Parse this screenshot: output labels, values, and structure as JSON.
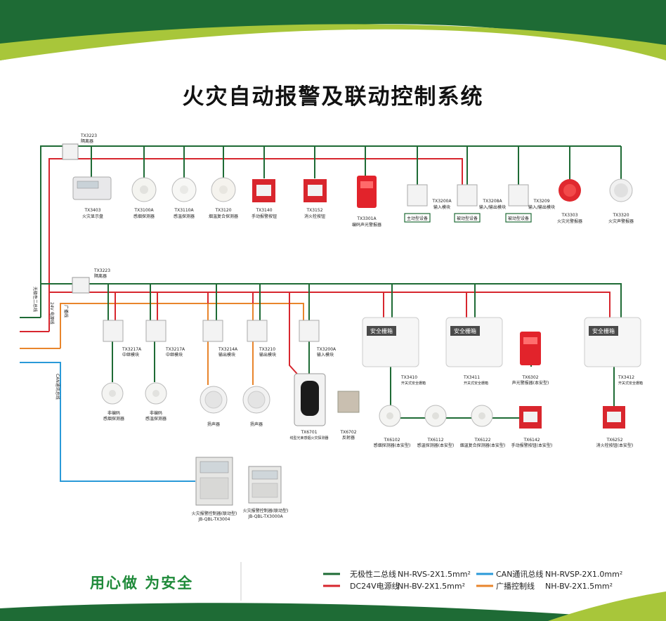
{
  "title": "火灾自动报警及联动控制系统",
  "slogan": "用心做  为安全",
  "colors": {
    "green": "#1e6b35",
    "red": "#d7262e",
    "blue": "#2a9ad8",
    "orange": "#e8852c"
  },
  "top_isolator": {
    "code": "TX3223",
    "name": "隔离器"
  },
  "top_devices": [
    {
      "code": "TX3403",
      "name": "火灾显示盘"
    },
    {
      "code": "TX3100A",
      "name": "感烟探测器"
    },
    {
      "code": "TX3110A",
      "name": "感温探测器"
    },
    {
      "code": "TX3120",
      "name": "烟温复合探测器"
    },
    {
      "code": "TX3140",
      "name": "手动报警按钮"
    },
    {
      "code": "TX3152",
      "name": "消火栓按钮"
    },
    {
      "code": "TX3301A",
      "name": "编码声光警报器"
    },
    {
      "code": "TX3200A",
      "name": "输入模块"
    },
    {
      "code": "TX3208A",
      "name": "输入/输出模块"
    },
    {
      "code": "TX3209",
      "name": "输入/输出模块"
    },
    {
      "code": "TX3303",
      "name": "火灾光警报器"
    },
    {
      "code": "TX3320",
      "name": "火灾声警报器"
    }
  ],
  "equipment_tags": [
    "主动型设备",
    "被动型设备",
    "被动型设备"
  ],
  "mid_isolator": {
    "code": "TX3223",
    "name": "隔离器"
  },
  "mid_modules": [
    {
      "code": "TX3217A",
      "name": "中继模块"
    },
    {
      "code": "TX3217A",
      "name": "中继模块"
    },
    {
      "code": "TX3214A",
      "name": "输出模块"
    },
    {
      "code": "TX3210",
      "name": "输出模块"
    },
    {
      "code": "TX3200A",
      "name": "输入模块"
    }
  ],
  "lower_devices": [
    {
      "name": "非编码",
      "sub": "感烟探测器"
    },
    {
      "name": "非编码",
      "sub": "感温探测器"
    },
    {
      "name": "扬声器",
      "sub": ""
    },
    {
      "name": "扬声器",
      "sub": ""
    }
  ],
  "flame_detector": {
    "code": "TX6701",
    "name": "线型光束感烟火灾探测器"
  },
  "reflector": {
    "code": "TX6702",
    "name": "反射器"
  },
  "safety_boxes": [
    {
      "label": "安全栅箱",
      "code": "TX3410",
      "name": "开关式安全栅箱"
    },
    {
      "label": "安全栅箱",
      "code": "TX3411",
      "name": "开关式安全栅箱"
    },
    {
      "label": "安全栅箱",
      "code": "TX3412",
      "name": "开关式安全栅箱"
    }
  ],
  "exproof_alarm": {
    "code": "TX6302",
    "name": "声光警报器(本安型)"
  },
  "exproof_devices": [
    {
      "code": "TX6102",
      "name": "感烟探测器(本安型)"
    },
    {
      "code": "TX6112",
      "name": "感温探测器(本安型)"
    },
    {
      "code": "TX6122",
      "name": "烟温复合探测器(本安型)"
    },
    {
      "code": "TX6142",
      "name": "手动报警按钮(本安型)"
    },
    {
      "code": "TX6252",
      "name": "消火栓按钮(本安型)"
    }
  ],
  "panels": [
    {
      "name": "火灾报警控制器(联动型)",
      "code": "JB-QBL-TX3004"
    },
    {
      "name": "火灾报警控制器(联动型)",
      "code": "JB-QBL-TX3000A"
    }
  ],
  "line_labels": {
    "bus": "无极性二总线",
    "power": "24V 电源线",
    "broadcast": "广播线",
    "can": "CAN通讯总线"
  },
  "legend": [
    {
      "name": "无极性二总线",
      "spec": "NH-RVS-2X1.5mm²",
      "color": "#1e6b35"
    },
    {
      "name": "DC24V电源线",
      "spec": "NH-BV-2X1.5mm²",
      "color": "#d7262e"
    },
    {
      "name": "CAN通讯总线",
      "spec": "NH-RVSP-2X1.0mm²",
      "color": "#2a9ad8"
    },
    {
      "name": "广播控制线",
      "spec": "NH-BV-2X1.5mm²",
      "color": "#e8852c"
    }
  ]
}
